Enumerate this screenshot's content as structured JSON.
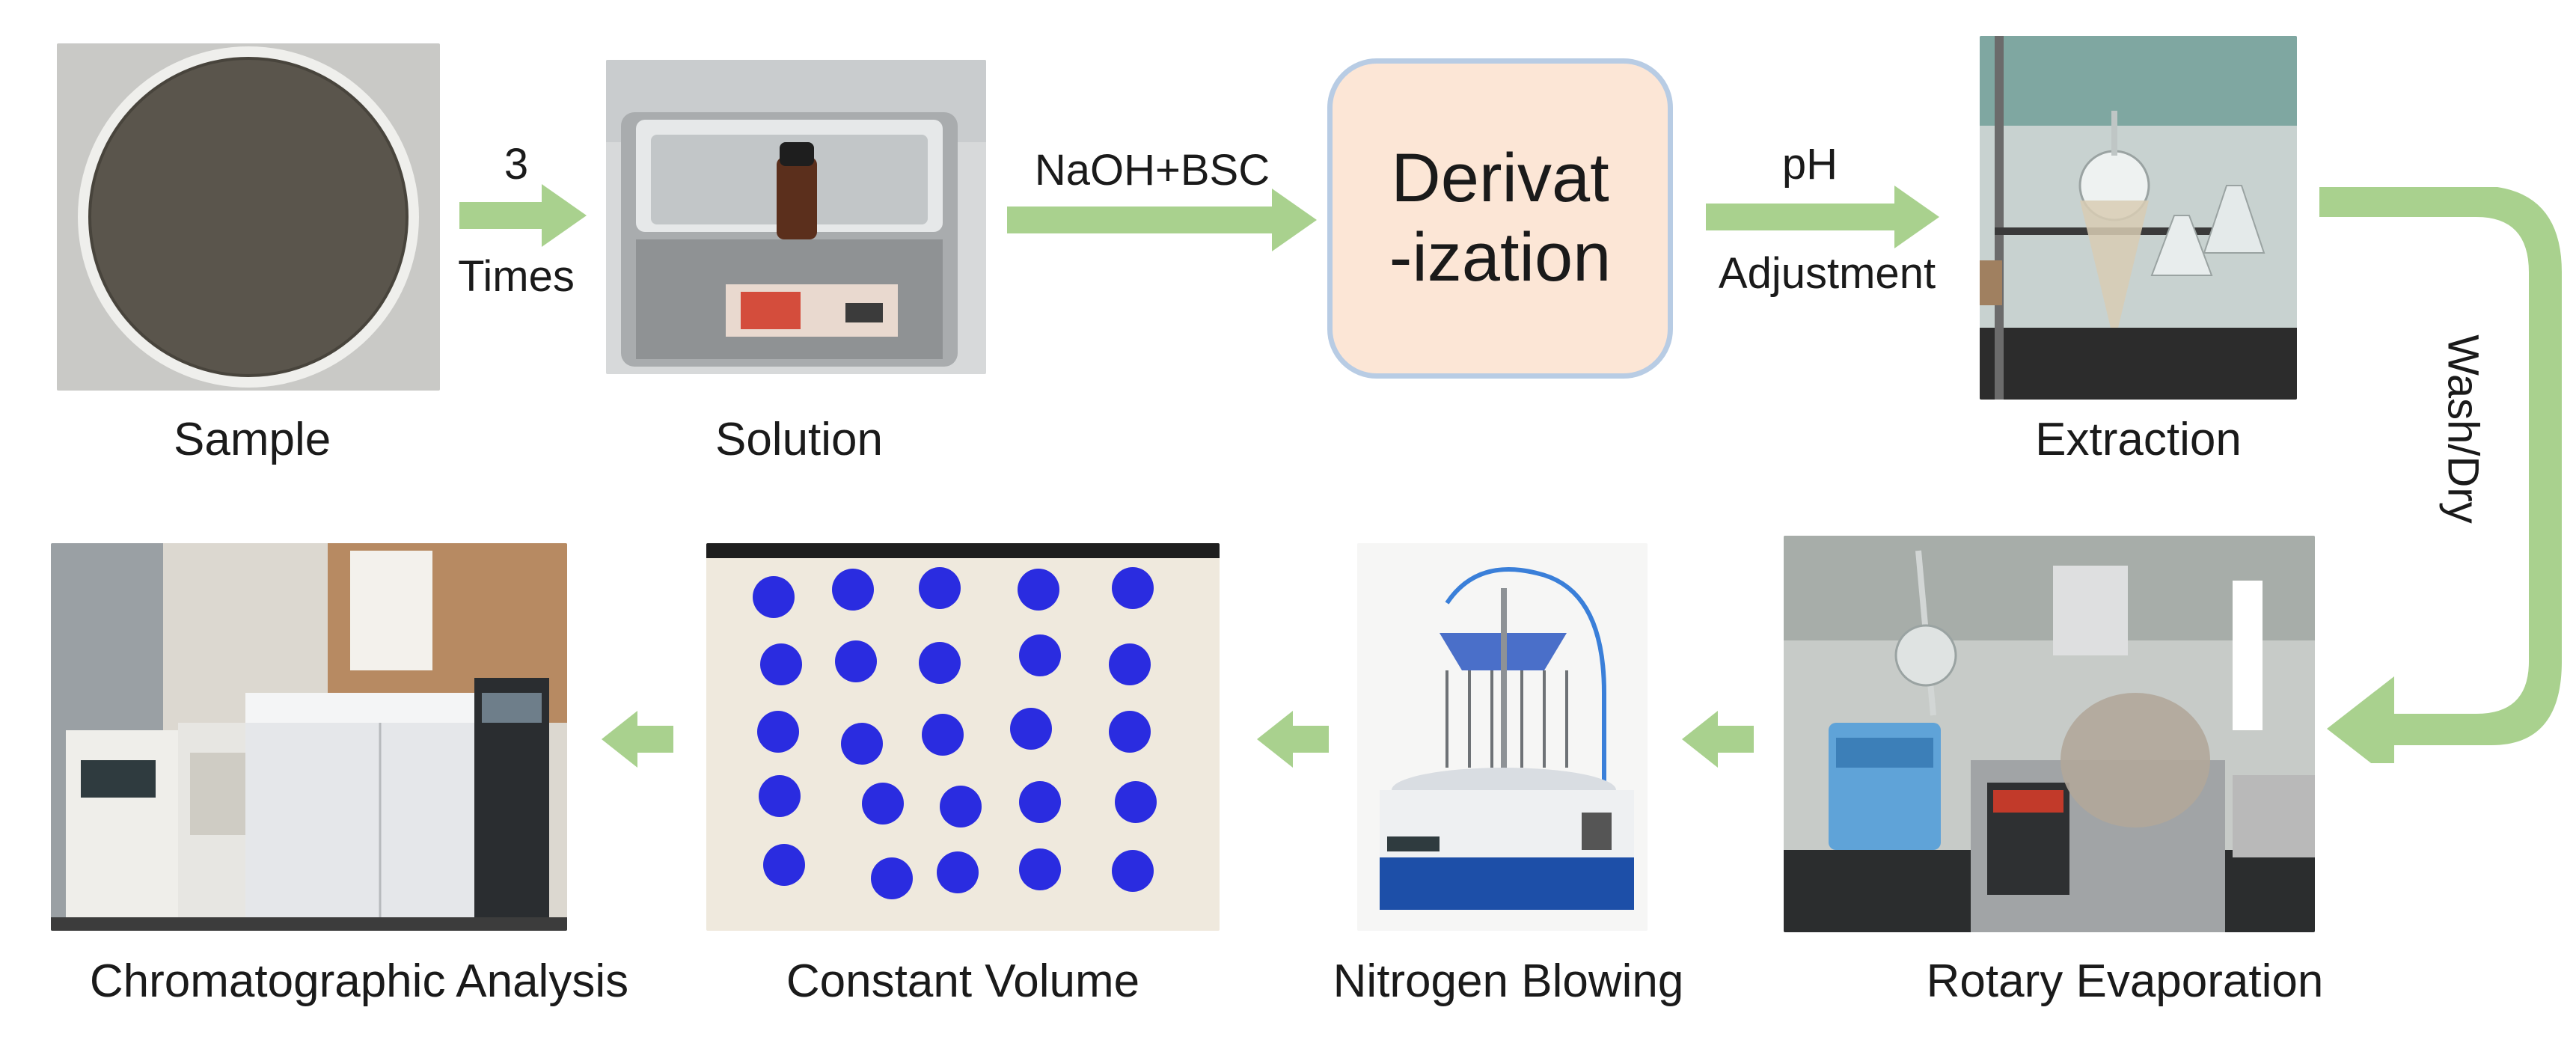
{
  "colors": {
    "arrow": "#a9d18e",
    "derivatization_fill": "#fce6d6",
    "derivatization_border": "#b8cce4"
  },
  "steps": {
    "sample": "Sample",
    "solution": "Solution",
    "derivatization_line1": "Derivat",
    "derivatization_line2": "-ization",
    "extraction": "Extraction",
    "rotary_evaporation": "Rotary Evaporation",
    "nitrogen_blowing": "Nitrogen Blowing",
    "constant_volume": "Constant Volume",
    "chromatographic_analysis": "Chromatographic  Analysis"
  },
  "arrow_labels": {
    "times_count": "3",
    "times_word": "Times",
    "reagents": "NaOH+BSC",
    "ph": "pH",
    "adjustment": "Adjustment",
    "wash_dry": "Wash/Dry"
  }
}
